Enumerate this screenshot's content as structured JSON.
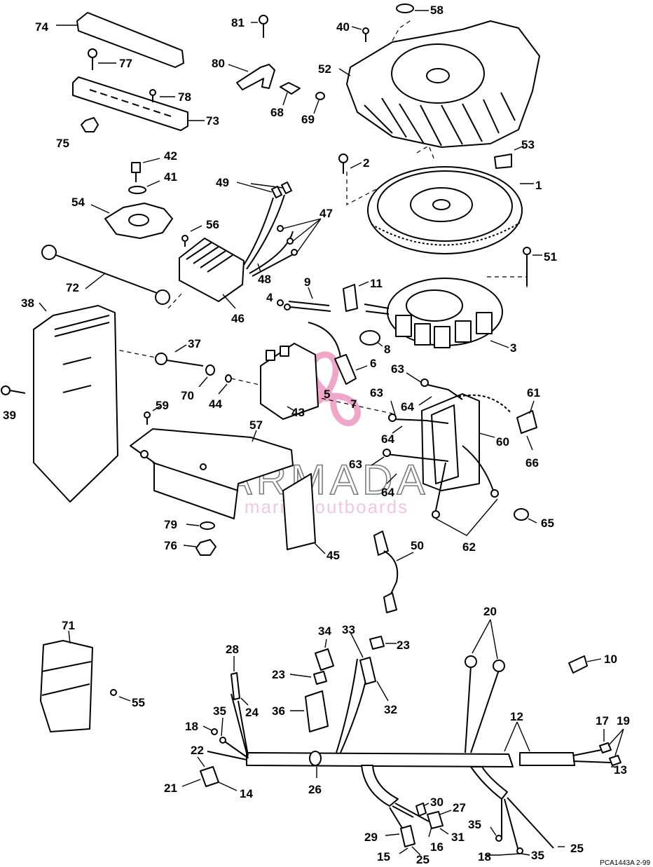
{
  "watermark": {
    "brand": "ARMADA",
    "tagline": "marine outboards",
    "logo_color": "#f0a6c8"
  },
  "reference_code": "PCA1443A 2-99",
  "callouts": [
    {
      "id": "c1",
      "label": "1"
    },
    {
      "id": "c2",
      "label": "2"
    },
    {
      "id": "c3",
      "label": "3"
    },
    {
      "id": "c4",
      "label": "4"
    },
    {
      "id": "c5",
      "label": "5"
    },
    {
      "id": "c6",
      "label": "6"
    },
    {
      "id": "c7",
      "label": "7"
    },
    {
      "id": "c8",
      "label": "8"
    },
    {
      "id": "c9",
      "label": "9"
    },
    {
      "id": "c10",
      "label": "10"
    },
    {
      "id": "c11",
      "label": "11"
    },
    {
      "id": "c12",
      "label": "12"
    },
    {
      "id": "c13",
      "label": "13"
    },
    {
      "id": "c14",
      "label": "14"
    },
    {
      "id": "c15",
      "label": "15"
    },
    {
      "id": "c16",
      "label": "16"
    },
    {
      "id": "c17",
      "label": "17"
    },
    {
      "id": "c18a",
      "label": "18"
    },
    {
      "id": "c18b",
      "label": "18"
    },
    {
      "id": "c19",
      "label": "19"
    },
    {
      "id": "c20",
      "label": "20"
    },
    {
      "id": "c21",
      "label": "21"
    },
    {
      "id": "c22",
      "label": "22"
    },
    {
      "id": "c23a",
      "label": "23"
    },
    {
      "id": "c23b",
      "label": "23"
    },
    {
      "id": "c24",
      "label": "24"
    },
    {
      "id": "c25a",
      "label": "25"
    },
    {
      "id": "c25b",
      "label": "25"
    },
    {
      "id": "c26",
      "label": "26"
    },
    {
      "id": "c27",
      "label": "27"
    },
    {
      "id": "c28",
      "label": "28"
    },
    {
      "id": "c29",
      "label": "29"
    },
    {
      "id": "c30",
      "label": "30"
    },
    {
      "id": "c31",
      "label": "31"
    },
    {
      "id": "c32",
      "label": "32"
    },
    {
      "id": "c33",
      "label": "33"
    },
    {
      "id": "c34",
      "label": "34"
    },
    {
      "id": "c35a",
      "label": "35"
    },
    {
      "id": "c35b",
      "label": "35"
    },
    {
      "id": "c35c",
      "label": "35"
    },
    {
      "id": "c36",
      "label": "36"
    },
    {
      "id": "c37",
      "label": "37"
    },
    {
      "id": "c38",
      "label": "38"
    },
    {
      "id": "c39",
      "label": "39"
    },
    {
      "id": "c40",
      "label": "40"
    },
    {
      "id": "c41",
      "label": "41"
    },
    {
      "id": "c42",
      "label": "42"
    },
    {
      "id": "c43",
      "label": "43"
    },
    {
      "id": "c44",
      "label": "44"
    },
    {
      "id": "c45",
      "label": "45"
    },
    {
      "id": "c46",
      "label": "46"
    },
    {
      "id": "c47",
      "label": "47"
    },
    {
      "id": "c48",
      "label": "48"
    },
    {
      "id": "c49",
      "label": "49"
    },
    {
      "id": "c50",
      "label": "50"
    },
    {
      "id": "c51",
      "label": "51"
    },
    {
      "id": "c52",
      "label": "52"
    },
    {
      "id": "c53",
      "label": "53"
    },
    {
      "id": "c54",
      "label": "54"
    },
    {
      "id": "c55",
      "label": "55"
    },
    {
      "id": "c56",
      "label": "56"
    },
    {
      "id": "c57",
      "label": "57"
    },
    {
      "id": "c58",
      "label": "58"
    },
    {
      "id": "c59",
      "label": "59"
    },
    {
      "id": "c60",
      "label": "60"
    },
    {
      "id": "c61",
      "label": "61"
    },
    {
      "id": "c62",
      "label": "62"
    },
    {
      "id": "c63a",
      "label": "63"
    },
    {
      "id": "c63b",
      "label": "63"
    },
    {
      "id": "c63c",
      "label": "63"
    },
    {
      "id": "c64a",
      "label": "64"
    },
    {
      "id": "c64b",
      "label": "64"
    },
    {
      "id": "c64c",
      "label": "64"
    },
    {
      "id": "c65",
      "label": "65"
    },
    {
      "id": "c66",
      "label": "66"
    },
    {
      "id": "c68",
      "label": "68"
    },
    {
      "id": "c69",
      "label": "69"
    },
    {
      "id": "c70",
      "label": "70"
    },
    {
      "id": "c71",
      "label": "71"
    },
    {
      "id": "c72",
      "label": "72"
    },
    {
      "id": "c73",
      "label": "73"
    },
    {
      "id": "c74",
      "label": "74"
    },
    {
      "id": "c75",
      "label": "75"
    },
    {
      "id": "c76",
      "label": "76"
    },
    {
      "id": "c77",
      "label": "77"
    },
    {
      "id": "c78",
      "label": "78"
    },
    {
      "id": "c79",
      "label": "79"
    },
    {
      "id": "c80",
      "label": "80"
    },
    {
      "id": "c81",
      "label": "81"
    }
  ]
}
